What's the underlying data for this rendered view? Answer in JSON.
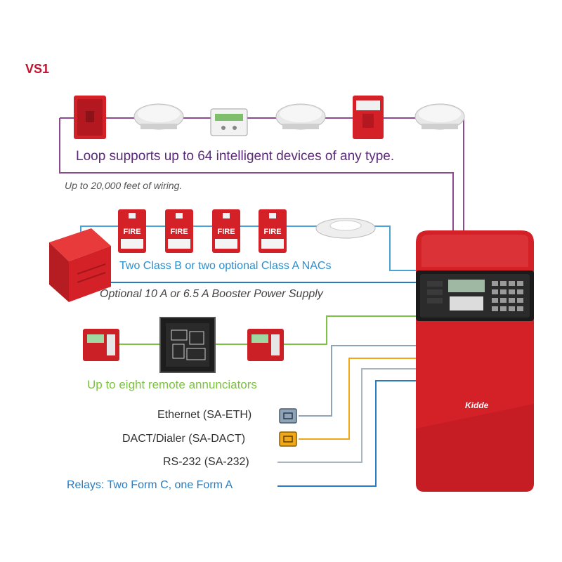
{
  "title": "VS1",
  "loop": {
    "caption": "Loop supports up to 64 intelligent devices of any type.",
    "wiring_note": "Up to 20,000 feet of wiring.",
    "color": "#8e4a91"
  },
  "nac": {
    "caption": "Two Class B or two optional Class A NACs",
    "color": "#4aa3d6",
    "strobe_label": "FIRE"
  },
  "booster": {
    "caption": "Optional 10 A or 6.5 A Booster Power Supply"
  },
  "annunciators": {
    "caption": "Up to eight remote annunciators",
    "color": "#7dc242"
  },
  "options": {
    "ethernet": "Ethernet (SA-ETH)",
    "dact": "DACT/Dialer (SA-DACT)",
    "rs232": "RS-232 (SA-232)",
    "relays": "Relays: Two Form C, one Form A"
  },
  "panel": {
    "brand": "Kidde"
  },
  "colors": {
    "title_red": "#c4122f",
    "panel_red": "#d42027",
    "ethernet_wire": "#8ea3b8",
    "dact_wire": "#f0a818",
    "rs232_wire": "#a8b4c0",
    "relay_wire": "#2a7bc0"
  }
}
